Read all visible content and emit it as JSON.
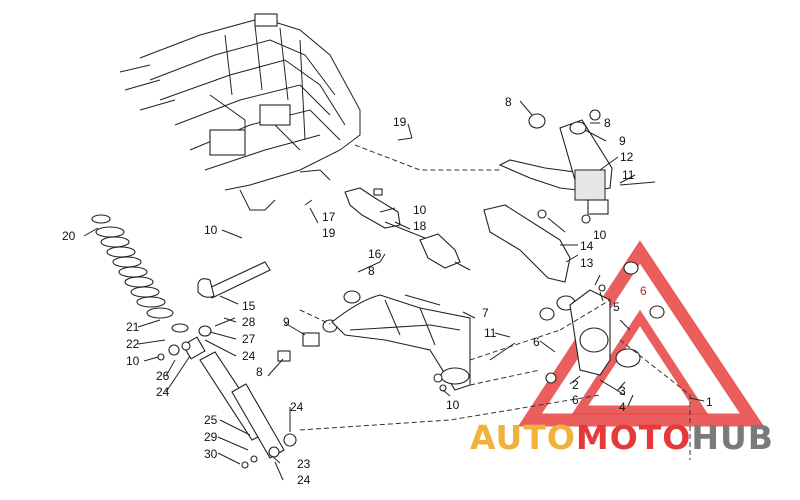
{
  "diagram": {
    "callouts": {
      "c1": "1",
      "c2": "2",
      "c3": "3",
      "c4": "4",
      "c5": "5",
      "c6a": "6",
      "c6b": "6",
      "c6c": "6",
      "c7": "7",
      "c8a": "8",
      "c8b": "8",
      "c8c": "8",
      "c8d": "8",
      "c9a": "9",
      "c9b": "9",
      "c10a": "10",
      "c10b": "10",
      "c10c": "10",
      "c10d": "10",
      "c10e": "10",
      "c11a": "11",
      "c11b": "11",
      "c12": "12",
      "c13": "13",
      "c14": "14",
      "c15": "15",
      "c16": "16",
      "c17": "17",
      "c18": "18",
      "c19a": "19",
      "c19b": "19",
      "c20": "20",
      "c21": "21",
      "c22": "22",
      "c23": "23",
      "c24a": "24",
      "c24b": "24",
      "c24c": "24",
      "c24d": "24",
      "c25": "25",
      "c26": "26",
      "c27": "27",
      "c28": "28",
      "c29": "29",
      "c30": "30"
    }
  },
  "watermark": {
    "part1": "AUTO",
    "part2": "MOTO",
    "part3": "HUB",
    "colors": {
      "auto": "#f2b23a",
      "moto": "#e63a3a",
      "hub": "#7a7a7a"
    }
  }
}
